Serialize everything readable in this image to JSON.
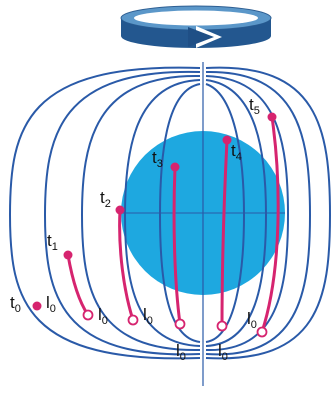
{
  "colors": {
    "field_line": "#2a5aa8",
    "planet": "#1ea8e0",
    "arrow_top": "#5b97c9",
    "arrow_front": "#23578f",
    "trajectory": "#d6246f",
    "label_text": "#111111"
  },
  "labels": {
    "t0": {
      "base": "t",
      "sub": "0"
    },
    "t1": {
      "base": "t",
      "sub": "1"
    },
    "t2": {
      "base": "t",
      "sub": "2"
    },
    "t3": {
      "base": "t",
      "sub": "3"
    },
    "t4": {
      "base": "t",
      "sub": "4"
    },
    "t5": {
      "base": "t",
      "sub": "5"
    },
    "l0": {
      "base": "l",
      "sub": "0"
    }
  },
  "icons": {
    "rotation": "rotation-arrow-icon"
  }
}
